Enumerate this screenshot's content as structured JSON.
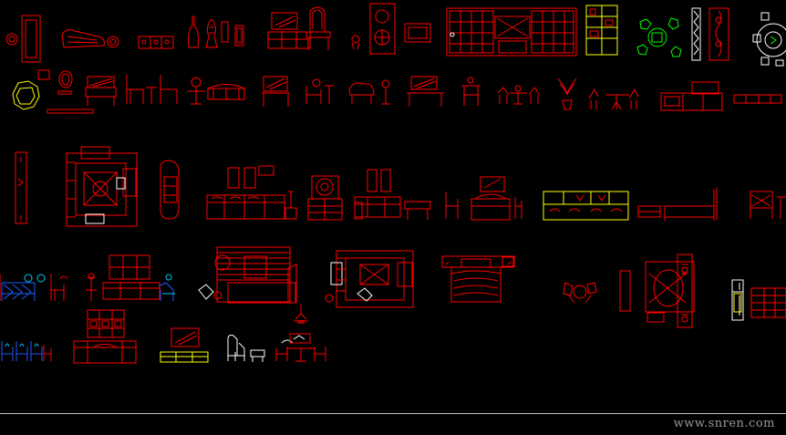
{
  "app": {
    "background": "#000000",
    "watermark": "www.snren.com"
  },
  "palette": {
    "red": "#ff0000",
    "white": "#ffffff",
    "yellow": "#ffff00",
    "green": "#00ff00",
    "blue": "#1a5cff",
    "cyan": "#00c8ff",
    "gray": "#bfbfbf"
  },
  "blocks": [
    {
      "name": "round-stool-block",
      "icon": "stool-icon",
      "color": "red"
    },
    {
      "name": "mirror-block",
      "icon": "mirror-icon",
      "color": "red"
    },
    {
      "name": "chaise-lounge-block",
      "icon": "chaise-icon",
      "color": "red"
    },
    {
      "name": "round-rug-block",
      "icon": "rug-icon",
      "color": "red"
    },
    {
      "name": "low-cabinet-block",
      "icon": "cabinet-icon",
      "color": "red"
    },
    {
      "name": "vase-set-block",
      "icon": "vase-icon",
      "color": "red"
    },
    {
      "name": "tv-console-block",
      "icon": "tv-icon",
      "color": "red"
    },
    {
      "name": "vanity-mirror-block",
      "icon": "vanity-icon",
      "color": "red"
    },
    {
      "name": "decor-panel-block",
      "icon": "panel-icon",
      "color": "red"
    },
    {
      "name": "wall-elevation-block",
      "icon": "wall-icon",
      "color": "red"
    },
    {
      "name": "bookshelf-block",
      "icon": "shelf-icon",
      "color": "yellow"
    },
    {
      "name": "round-table-plan-green",
      "icon": "table-plan-icon",
      "color": "green"
    },
    {
      "name": "carved-screen-block",
      "icon": "screen-icon",
      "color": "white"
    },
    {
      "name": "round-table-plan-white",
      "icon": "table-plan-icon",
      "color": "white"
    },
    {
      "name": "octagon-table-block",
      "icon": "octagon-icon",
      "color": "yellow"
    },
    {
      "name": "chair-elevation-row",
      "icon": "chair-icon",
      "color": "red"
    },
    {
      "name": "living-room-plan-block",
      "icon": "living-plan-icon",
      "color": "red"
    },
    {
      "name": "sofa-elevation-row",
      "icon": "sofa-icon",
      "color": "red"
    },
    {
      "name": "bed-elevation-block",
      "icon": "bed-icon",
      "color": "yellow"
    },
    {
      "name": "rug-plan-block",
      "icon": "rug-plan-icon",
      "color": "red"
    },
    {
      "name": "bed-plan-block",
      "icon": "bed-plan-icon",
      "color": "red"
    },
    {
      "name": "dining-set-block",
      "icon": "dining-icon",
      "color": "blue"
    },
    {
      "name": "tv-unit-yellow-block",
      "icon": "tv-unit-icon",
      "color": "yellow"
    },
    {
      "name": "armchair-white-block",
      "icon": "armchair-icon",
      "color": "white"
    },
    {
      "name": "fridge-block",
      "icon": "fridge-icon",
      "color": "white"
    }
  ]
}
